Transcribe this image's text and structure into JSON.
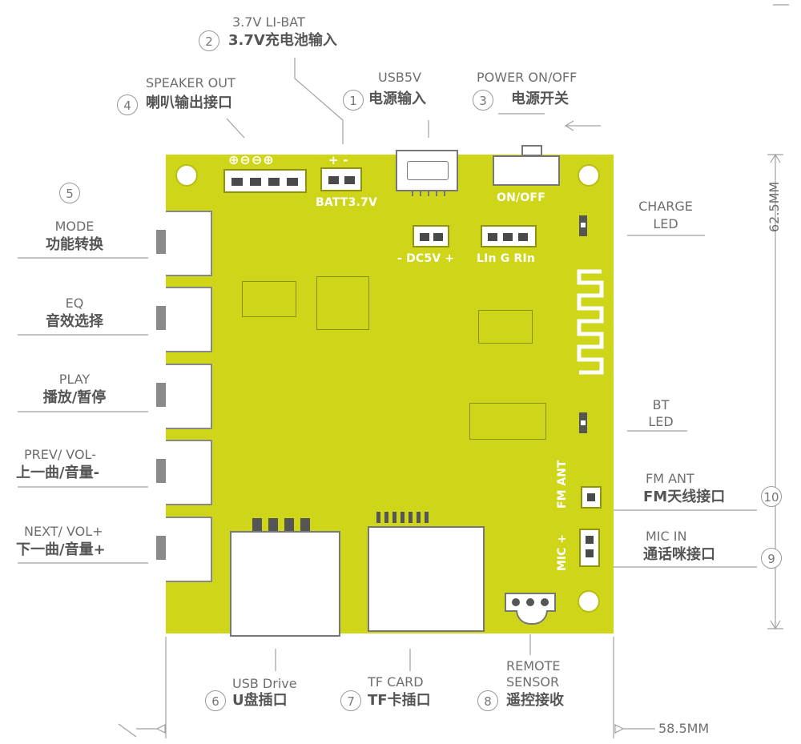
{
  "labels": {
    "li_bat_en": "3.7V LI-BAT",
    "li_bat_cn": "3.7V充电池输入",
    "speaker_en": "SPEAKER OUT",
    "speaker_cn": "喇叭输出接口",
    "usb5v_en": "USB5V",
    "usb5v_cn": "电源输入",
    "power_en": "POWER ON/OFF",
    "power_cn": "电源开关",
    "charge_led_1": "CHARGE",
    "charge_led_2": "LED",
    "dim_height": "62.5MM",
    "dim_width": "58.5MM",
    "mode_en": "MODE",
    "mode_cn": "功能转换",
    "eq_en": "EQ",
    "eq_cn": "音效选择",
    "play_en": "PLAY",
    "play_cn": "播放/暂停",
    "prev_en": "PREV/ VOL-",
    "prev_cn": "上一曲/音量-",
    "next_en": "NEXT/ VOL+",
    "next_cn": "下一曲/音量+",
    "bt_led_1": "BT",
    "bt_led_2": "LED",
    "fm_ant_en": "FM ANT",
    "fm_ant_cn": "FM天线接口",
    "mic_in_en": "MIC IN",
    "mic_in_cn": "通话咪接口",
    "usb_drive_en": "USB Drive",
    "usb_drive_cn": "U盘插口",
    "tf_card_en": "TF CARD",
    "tf_card_cn": "TF卡插口",
    "remote_en_1": "REMOTE",
    "remote_en_2": "SENSOR",
    "remote_cn": "遥控接收"
  },
  "numbers": {
    "n1": "1",
    "n2": "2",
    "n3": "3",
    "n4": "4",
    "n5": "5",
    "n6": "6",
    "n7": "7",
    "n8": "8",
    "n9": "9",
    "n10": "10"
  },
  "silkscreen": {
    "speaker_polarity": "⊕⊖⊖⊕",
    "batt_polarity": "+ -",
    "batt": "BATT3.7V",
    "onoff": "ON/OFF",
    "dc5v": "- DC5V +",
    "lin_g_rin": "LIn  G  RIn",
    "fm_ant": "FM ANT",
    "mic_plus": "MIC +"
  },
  "colors": {
    "board": "#cfd519",
    "board_edge": "#8e9310",
    "pin": "#4a4a4a"
  }
}
